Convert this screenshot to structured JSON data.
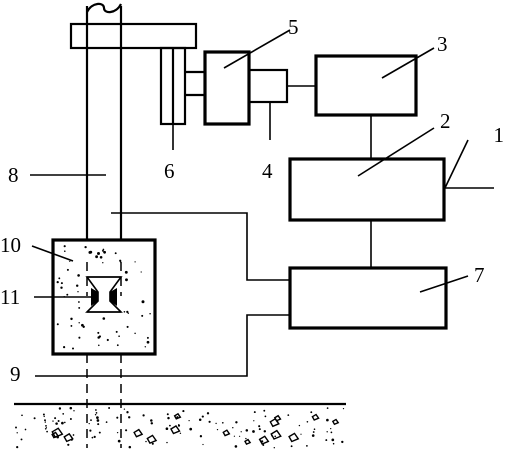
{
  "labels": {
    "l1": "1",
    "l2": "2",
    "l3": "3",
    "l4": "4",
    "l5": "5",
    "l6": "6",
    "l7": "7",
    "l8": "8",
    "l9": "9",
    "l10": "10",
    "l11": "11"
  },
  "colors": {
    "ink": "#000000",
    "background": "#ffffff"
  }
}
